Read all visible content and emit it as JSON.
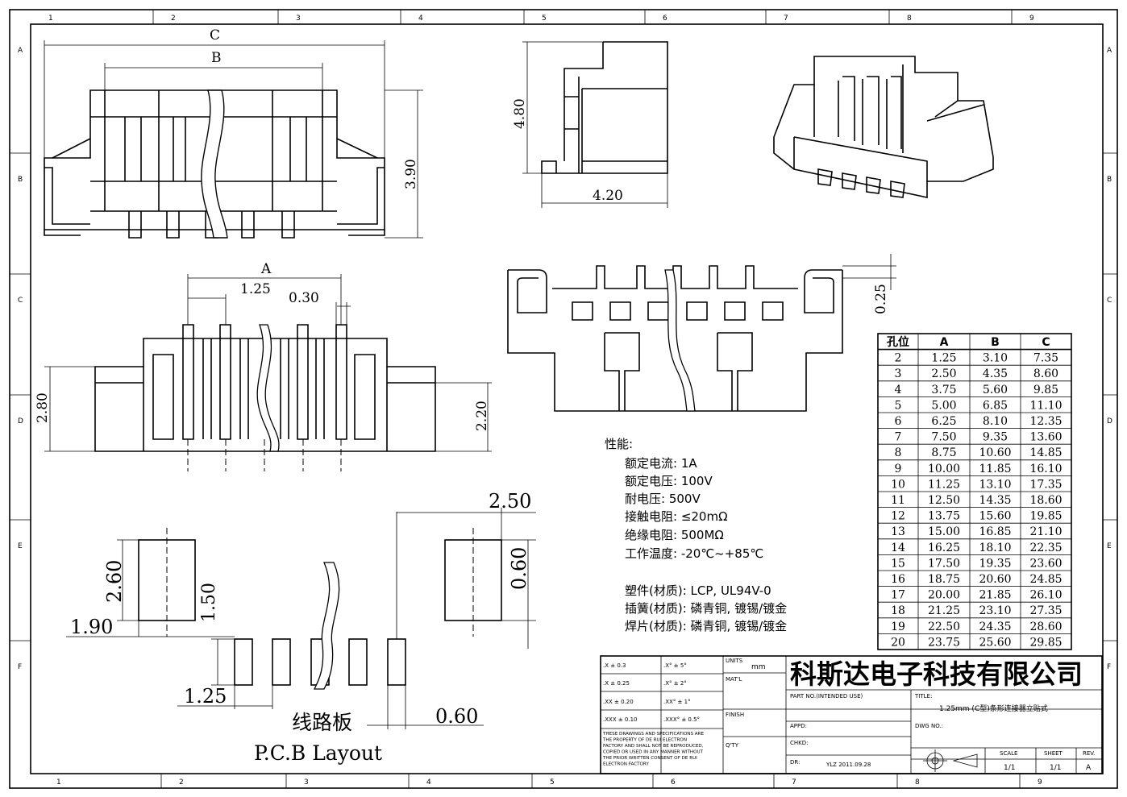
{
  "frame": {
    "col_numbers": [
      "1",
      "2",
      "3",
      "4",
      "5",
      "6",
      "7",
      "8",
      "9"
    ],
    "row_letters": [
      "A",
      "B",
      "C",
      "D",
      "E",
      "F"
    ]
  },
  "front_view": {
    "dim_c": "C",
    "dim_b": "B",
    "dim_height": "3.90"
  },
  "side_view": {
    "dim_height": "4.80",
    "dim_width": "4.20"
  },
  "top_view": {
    "dim_a": "A",
    "dim_pitch": "1.25",
    "dim_pin": "0.30",
    "dim_left": "2.80",
    "dim_right": "2.20"
  },
  "back_view": {
    "dim_offset": "0.25"
  },
  "pcb_layout": {
    "dim_pad_w": "2.50",
    "dim_pad_h_left": "2.60",
    "dim_pad_h_right": "0.60",
    "dim_pitch_v": "1.50",
    "dim_left": "1.90",
    "dim_pitch": "1.25",
    "dim_pin_w": "0.60",
    "label_cn": "线路板",
    "label_en": "P.C.B Layout"
  },
  "specs": {
    "heading": "性能:",
    "lines": [
      "额定电流: 1A",
      "额定电压: 100V",
      "耐电压: 500V",
      "接触电阻: ≤20mΩ",
      "绝缘电阻: 500MΩ",
      "工作温度: -20℃~+85℃"
    ],
    "materials": [
      "塑件(材质): LCP, UL94V-0",
      "插簧(材质): 磷青铜, 镀锡/镀金",
      "焊片(材质): 磷青铜, 镀锡/镀金"
    ]
  },
  "dim_table": {
    "headers": [
      "孔位",
      "A",
      "B",
      "C"
    ],
    "rows": [
      [
        "2",
        "1.25",
        "3.10",
        "7.35"
      ],
      [
        "3",
        "2.50",
        "4.35",
        "8.60"
      ],
      [
        "4",
        "3.75",
        "5.60",
        "9.85"
      ],
      [
        "5",
        "5.00",
        "6.85",
        "11.10"
      ],
      [
        "6",
        "6.25",
        "8.10",
        "12.35"
      ],
      [
        "7",
        "7.50",
        "9.35",
        "13.60"
      ],
      [
        "8",
        "8.75",
        "10.60",
        "14.85"
      ],
      [
        "9",
        "10.00",
        "11.85",
        "16.10"
      ],
      [
        "10",
        "11.25",
        "13.10",
        "17.35"
      ],
      [
        "11",
        "12.50",
        "14.35",
        "18.60"
      ],
      [
        "12",
        "13.75",
        "15.60",
        "19.85"
      ],
      [
        "13",
        "15.00",
        "16.85",
        "21.10"
      ],
      [
        "14",
        "16.25",
        "18.10",
        "22.35"
      ],
      [
        "15",
        "17.50",
        "19.35",
        "23.60"
      ],
      [
        "16",
        "18.75",
        "20.60",
        "24.85"
      ],
      [
        "17",
        "20.00",
        "21.85",
        "26.10"
      ],
      [
        "18",
        "21.25",
        "23.10",
        "27.35"
      ],
      [
        "19",
        "22.50",
        "24.35",
        "28.60"
      ],
      [
        "20",
        "23.75",
        "25.60",
        "29.85"
      ]
    ]
  },
  "title_block": {
    "tol_linear": [
      ".X ± 0.3",
      ".X ± 0.25",
      ".XX ± 0.20",
      ".XXX ± 0.10"
    ],
    "tol_angular": [
      ".X° ± 5°",
      ".X° ± 2°",
      ".XX° ± 1°",
      ".XXX° ± 0.5°"
    ],
    "units_label": "UNITS",
    "units_value": "mm",
    "matl_label": "MAT'L",
    "finish_label": "FINISH",
    "qty_label": "Q'TY",
    "notice_lines": [
      "THESE DRAWINGS AND SPECIFICATIONS ARE",
      "THE PROPERTY OF DE RUI ELECTRON",
      "FACTORY AND SHALL NOT BE REPRODUCED,",
      "COPIED OR USED IN ANY MANNER WITHOUT",
      "THE PRIOR WRITTEN CONSENT OF DE RUI",
      "ELECTRON FACTORY"
    ],
    "company": "科斯达电子科技有限公司",
    "part_no_label": "PART NO.(INTENDED USE)",
    "title_label": "TITLE:",
    "title_value": "1.25mm (C型)条形连接器立贴式",
    "appd_label": "APPD:",
    "dwg_no_label": "DWG NO.:",
    "chkd_label": "CHKD:",
    "dr_label": "DR:",
    "dr_value": "YLZ 2011.09.28",
    "scale_label": "SCALE",
    "scale_value": "1/1",
    "sheet_label": "SHEET",
    "sheet_value": "1/1",
    "rev_label": "REV.",
    "rev_value": "A"
  }
}
